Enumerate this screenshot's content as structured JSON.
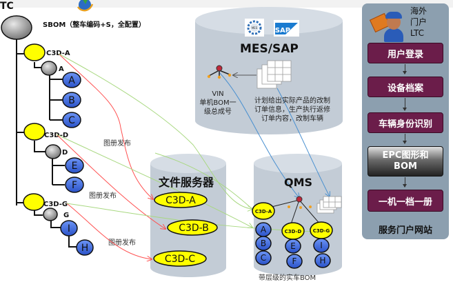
{
  "tree": {
    "root_label": "TC",
    "sbom_label": "SBOM（整车编码+S，全配置）",
    "groups": [
      {
        "label": "C3D-A",
        "sub": "A",
        "leaves": [
          "A",
          "B",
          "C"
        ]
      },
      {
        "label": "C3D-D",
        "sub": "D",
        "leaves": [
          "E",
          "F"
        ]
      },
      {
        "label": "C3D-G",
        "sub": "G",
        "leaves": [
          "I",
          "H"
        ]
      }
    ]
  },
  "publish_labels": [
    "图册发布",
    "图册发布",
    "图册发布"
  ],
  "mes_sap": {
    "title": "MES/SAP",
    "logos": [
      "MES",
      "SAP"
    ],
    "vin_text": [
      "VIN",
      "单机BOM一",
      "级总成号"
    ],
    "plan_text": [
      "计划给出实际产品的改制",
      "订单信息，生产执行返修",
      "订单内容，改制车辆"
    ]
  },
  "file_server": {
    "title": "文件服务器",
    "items": [
      "C3D-A",
      "C3D-B",
      "C3D-C"
    ]
  },
  "qms": {
    "title": "QMS",
    "columns": [
      {
        "label": "C3D-A",
        "leaves": [
          "A",
          "B",
          "C"
        ]
      },
      {
        "label": "C3D-D",
        "leaves": [
          "E",
          "F"
        ]
      },
      {
        "label": "C3D-G",
        "leaves": [
          "I",
          "H"
        ]
      }
    ],
    "note": "带层级的实车BOM"
  },
  "portal": {
    "header": [
      "海外",
      "门户",
      "LTC"
    ],
    "steps": [
      "用户登录",
      "设备档案",
      "车辆身份识别",
      "EPC图形和BOM",
      "一机一档一册"
    ],
    "epc_lines": [
      "EPC图形和",
      "BOM"
    ],
    "footer": "服务门户网站"
  },
  "colors": {
    "yellow_node": "#ffff00",
    "blue_node": "#4472e8",
    "gray_node": "#9a9a9a",
    "cylinder": "#c3ccd6",
    "portal_bg": "#8c9faf",
    "portal_btn": "#6b1d4a",
    "red_line": "#ff5050",
    "green_line": "#a8d880",
    "blue_line": "#4a90d0"
  }
}
